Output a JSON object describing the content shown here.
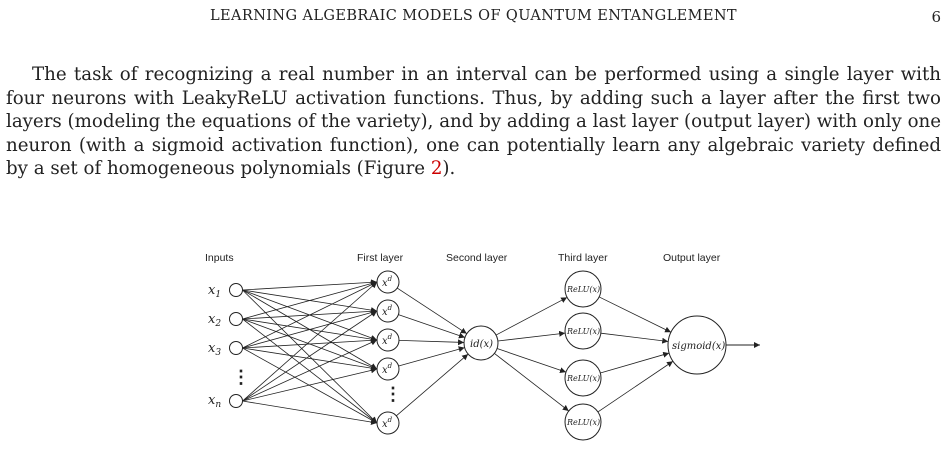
{
  "header": {
    "running_title": "LEARNING ALGEBRAIC MODELS OF QUANTUM ENTANGLEMENT",
    "page_number": "6"
  },
  "body": {
    "paragraph_main": "The task of recognizing a real number in an interval can be performed using a single layer with four neurons with LeakyReLU activation functions. Thus, by adding such a layer after the first two layers (modeling the equations of the variety), and by adding a last layer (output layer) with only one neuron (with a sigmoid activation function), one can potentially learn any algebraic variety defined by a set of homogeneous polynomials (Figure ",
    "figure_ref": "2",
    "paragraph_end": ")."
  },
  "figure": {
    "layer_labels": {
      "inputs": "Inputs",
      "first": "First layer",
      "second": "Second layer",
      "third": "Third layer",
      "output": "Output layer"
    },
    "inputs": {
      "x1": {
        "base": "x",
        "sub": "1"
      },
      "x2": {
        "base": "x",
        "sub": "2"
      },
      "x3": {
        "base": "x",
        "sub": "3"
      },
      "xn": {
        "base": "x",
        "sub": "n"
      }
    },
    "first_node": {
      "base": "x",
      "sup": "d"
    },
    "second_node": "id(x)",
    "third_node": "ReLU(x)",
    "output_node": "sigmoid(x)",
    "dots": "⋮"
  }
}
